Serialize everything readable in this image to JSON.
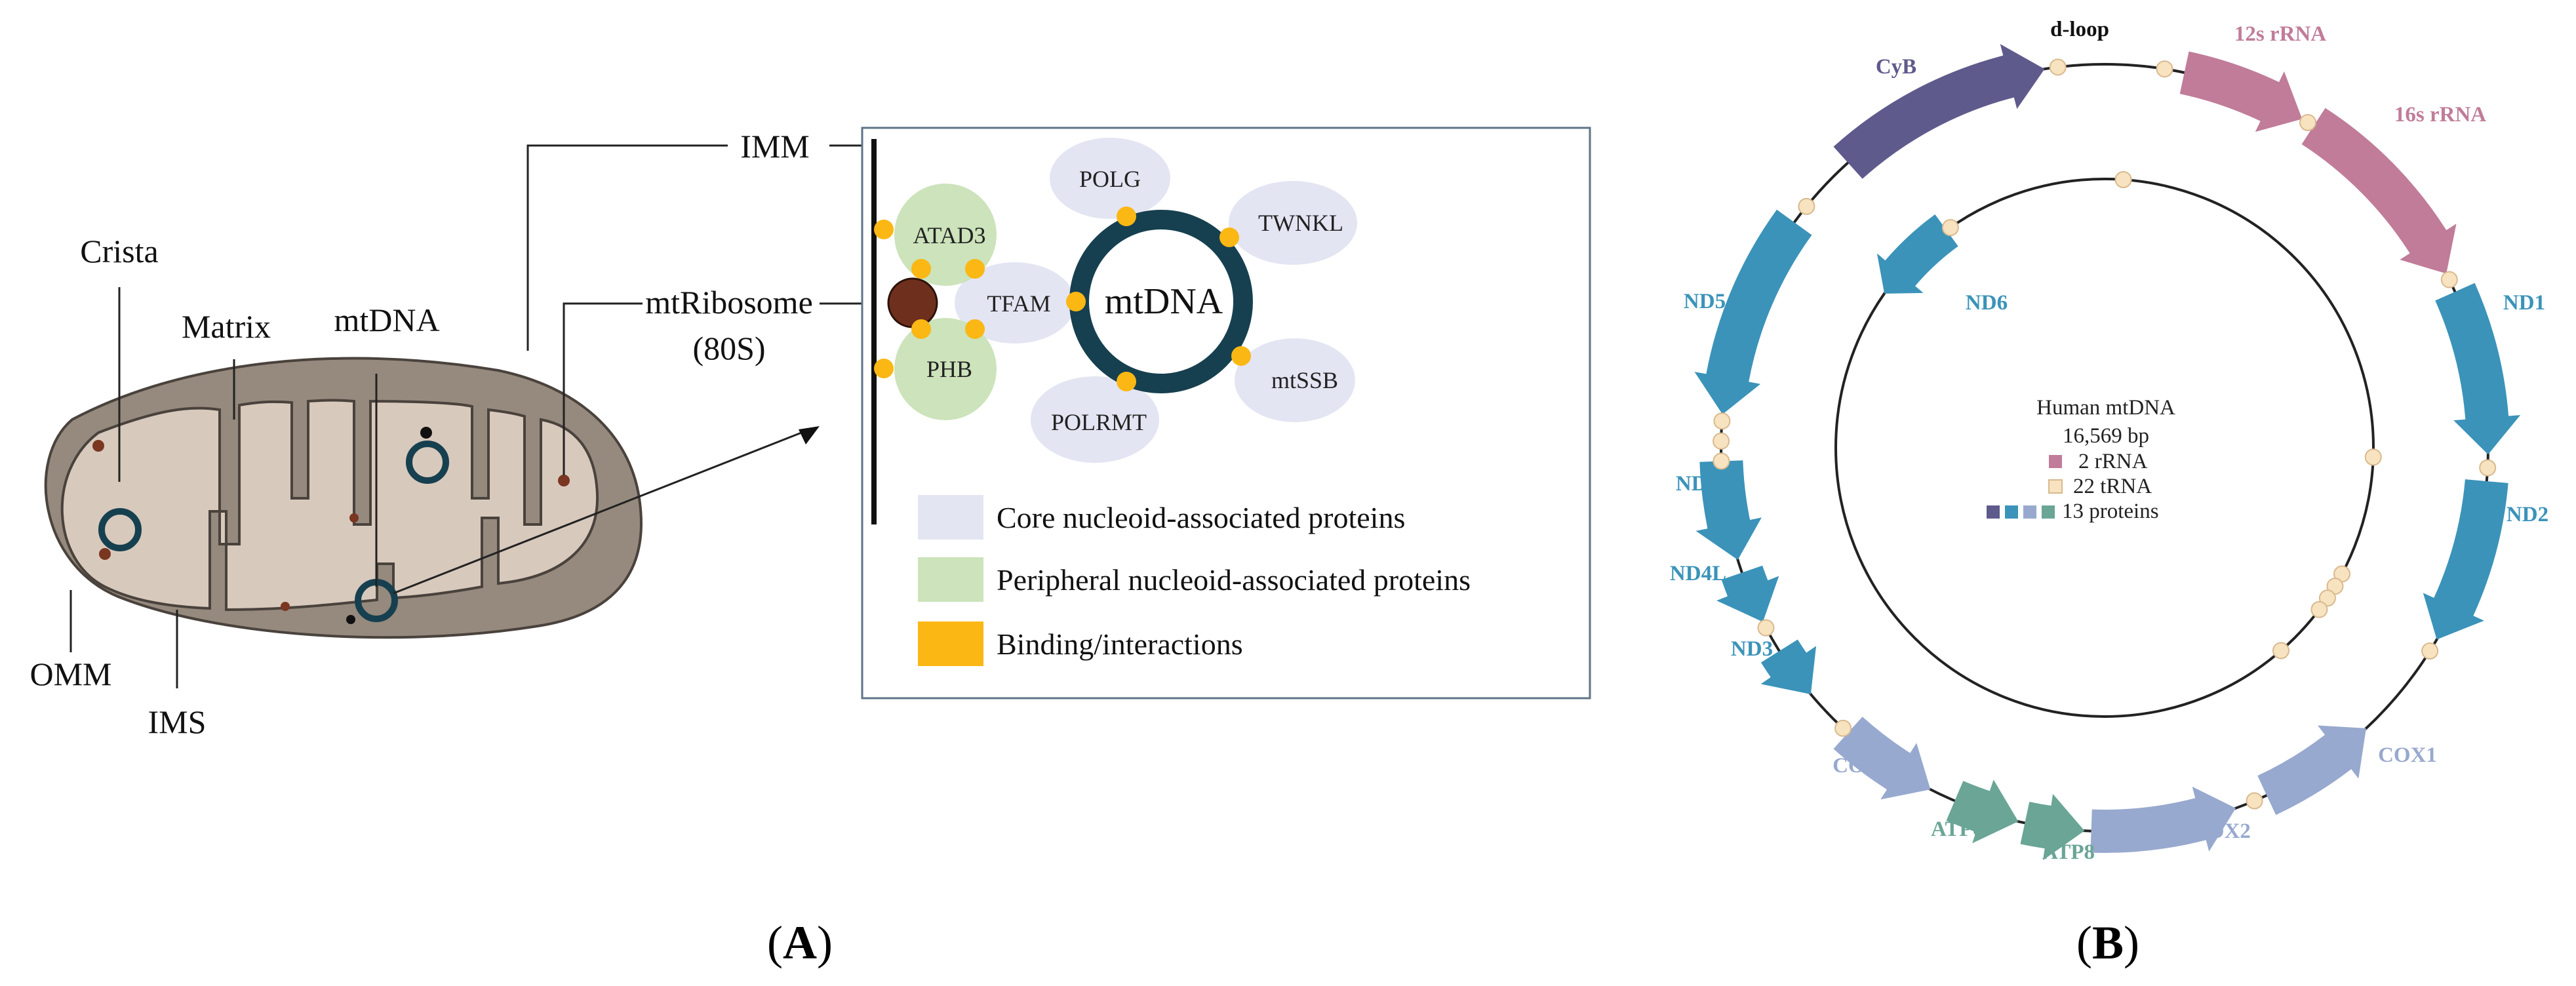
{
  "colors": {
    "mito_outer": "#958a7d",
    "mito_matrix": "#d8c9bd",
    "mito_stroke": "#4a423c",
    "dna_ring": "#16404f",
    "dot": "#7a3620",
    "ribosome": "#6e2f1c",
    "core": "#e4e5f3",
    "peripheral": "#cce3bb",
    "binding": "#fbb714",
    "trna": "#f8e3c0",
    "cytb": "#5f5a8c",
    "rrna": "#c07c99",
    "complex1": "#3b93b9",
    "complex4": "#98a9cf",
    "atp": "#6aa596"
  },
  "panelA": {
    "label": "A",
    "labels": {
      "imm": "IMM",
      "crista": "Crista",
      "matrix": "Matrix",
      "mtdna": "mtDNA",
      "mtribosome": "mtRibosome",
      "mtribosome_size": "(80S)",
      "omm": "OMM",
      "ims": "IMS"
    },
    "inset": {
      "proteins": {
        "polg": "POLG",
        "twnkl": "TWNKL",
        "atad3": "ATAD3",
        "tfam": "TFAM",
        "phb": "PHB",
        "polrmt": "POLRMT",
        "mtssb": "mtSSB"
      },
      "center_label": "mtDNA",
      "legend": [
        {
          "key": "core",
          "text": "Core nucleoid-associated proteins"
        },
        {
          "key": "peripheral",
          "text": "Peripheral nucleoid-associated proteins"
        },
        {
          "key": "binding",
          "text": "Binding/interactions"
        }
      ]
    }
  },
  "panelB": {
    "label": "B",
    "center": {
      "title": "Human mtDNA",
      "size": "16,569 bp",
      "rrna": "2 rRNA",
      "trna": "22 tRNA",
      "proteins": "13 proteins"
    },
    "genes": {
      "dloop": "d-loop",
      "s12": "12s rRNA",
      "s16": "16s rRNA",
      "nd1": "ND1",
      "nd2": "ND2",
      "cox1": "COX1",
      "cox2": "COX2",
      "atp8": "ATP8",
      "atp6": "ATP6",
      "cox3": "COX3",
      "nd3": "ND3",
      "nd4l": "ND4L",
      "nd4": "ND4",
      "nd5": "ND5",
      "nd6": "ND6",
      "cyb": "CyB"
    }
  }
}
